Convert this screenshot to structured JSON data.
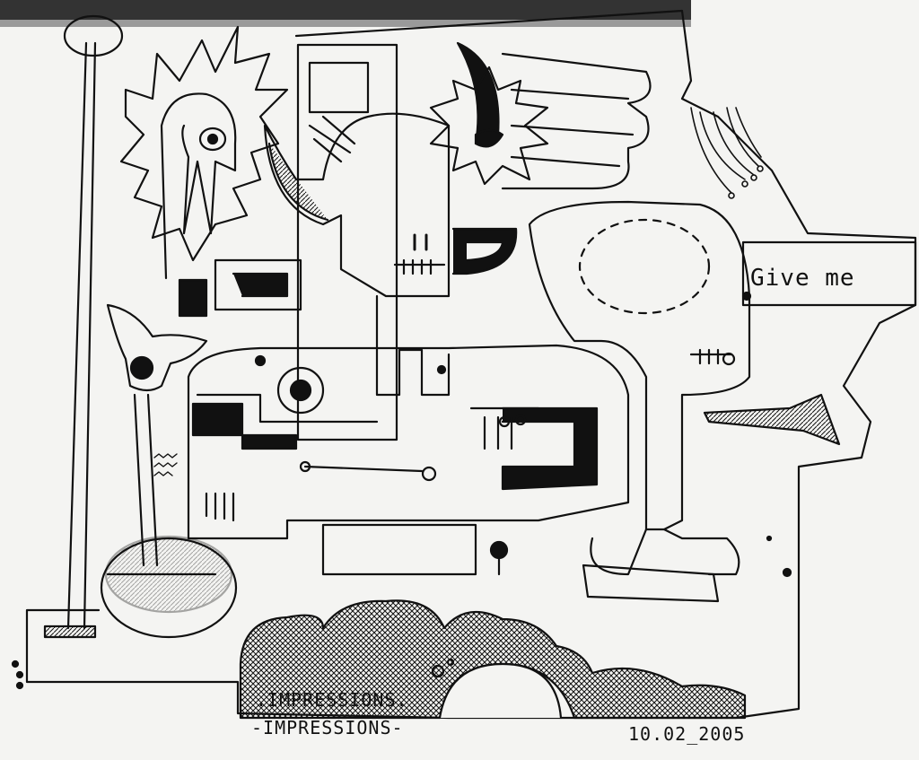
{
  "drawing": {
    "paper_color": "#f4f4f2",
    "ink_color": "#111111",
    "caption_speech": "Give me",
    "caption_top": ".IMPRESSIONS.",
    "caption_bottom": "-IMPRESSIONS-",
    "date": "10.02_2005"
  }
}
